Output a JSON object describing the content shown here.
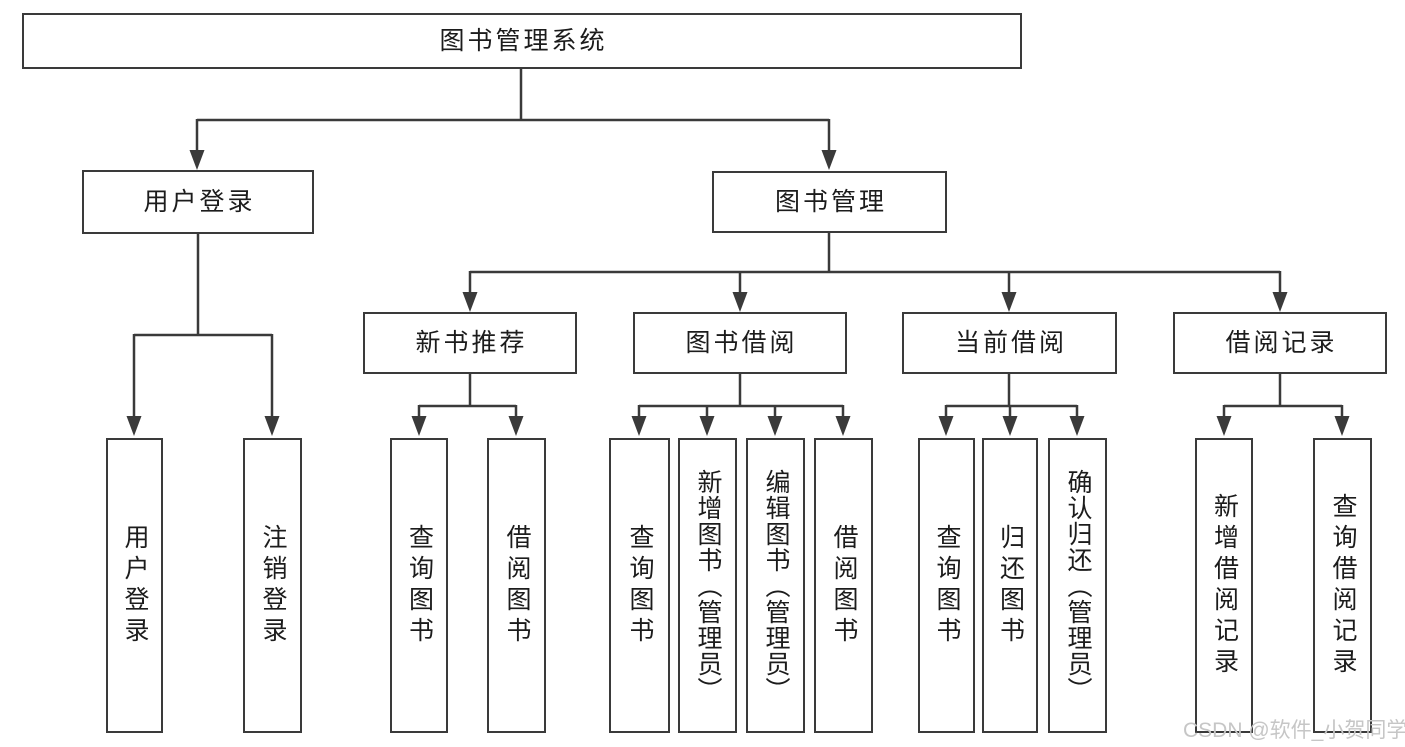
{
  "tree": {
    "label": "图书管理系统",
    "children": [
      {
        "label": "用户登录",
        "children": [
          {
            "label": "用户登录"
          },
          {
            "label": "注销登录"
          }
        ]
      },
      {
        "label": "图书管理",
        "children": [
          {
            "label": "新书推荐",
            "children": [
              {
                "label": "查询图书"
              },
              {
                "label": "借阅图书"
              }
            ]
          },
          {
            "label": "图书借阅",
            "children": [
              {
                "label": "查询图书"
              },
              {
                "label": "新增图书（管理员）"
              },
              {
                "label": "编辑图书（管理员）"
              },
              {
                "label": "借阅图书"
              }
            ]
          },
          {
            "label": "当前借阅",
            "children": [
              {
                "label": "查询图书"
              },
              {
                "label": "归还图书"
              },
              {
                "label": "确认归还（管理员）"
              }
            ]
          },
          {
            "label": "借阅记录",
            "children": [
              {
                "label": "新增借阅记录"
              },
              {
                "label": "查询借阅记录"
              }
            ]
          }
        ]
      }
    ]
  },
  "watermark": {
    "text": "CSDN @软件_小贺同学"
  },
  "theme": {
    "line": "#3a3a3a",
    "ink": "#1c1c1c",
    "box-bg": "#ffffff",
    "canvas-bg": "#ffffff",
    "wm": "#c6c6c6"
  }
}
